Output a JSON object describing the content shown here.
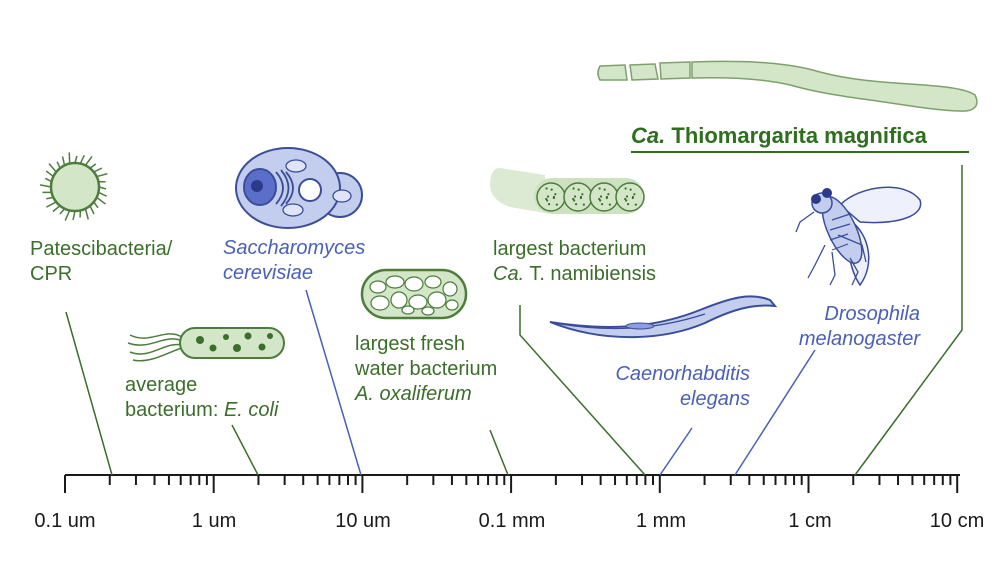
{
  "title": {
    "genus_abbrev": "Ca.",
    "name": "Thiomargarita magnifica"
  },
  "organisms": [
    {
      "key": "cpr",
      "line1": "Patescibacteria/",
      "line2": "CPR"
    },
    {
      "key": "ecoli",
      "line1": "average",
      "line2_prefix": "bacterium: ",
      "line2_italic": "E. coli"
    },
    {
      "key": "yeast",
      "line1": "Saccharomyces",
      "line2": "cerevisiae"
    },
    {
      "key": "oxaliferum",
      "line1": "largest fresh",
      "line2": "water bacterium",
      "line3": "A. oxaliferum"
    },
    {
      "key": "namibiensis",
      "line1": "largest bacterium",
      "line2_italic": "Ca.",
      "line2_rest": " T. namibiensis"
    },
    {
      "key": "celegans",
      "line1": "Caenorhabditis",
      "line2": "elegans"
    },
    {
      "key": "drosophila",
      "line1": "Drosophila",
      "line2": "melanogaster"
    }
  ],
  "axis": {
    "labels": [
      "0.1 um",
      "1 um",
      "10 um",
      "0.1 mm",
      "1 mm",
      "1 cm",
      "10 cm"
    ]
  },
  "colors": {
    "green_text": "#3b6e2a",
    "green_fill": "#d3e6c8",
    "green_stroke": "#4d7c3d",
    "blue_text": "#4a5fb8",
    "blue_fill": "#c3cdee",
    "blue_stroke": "#3b4d99"
  }
}
